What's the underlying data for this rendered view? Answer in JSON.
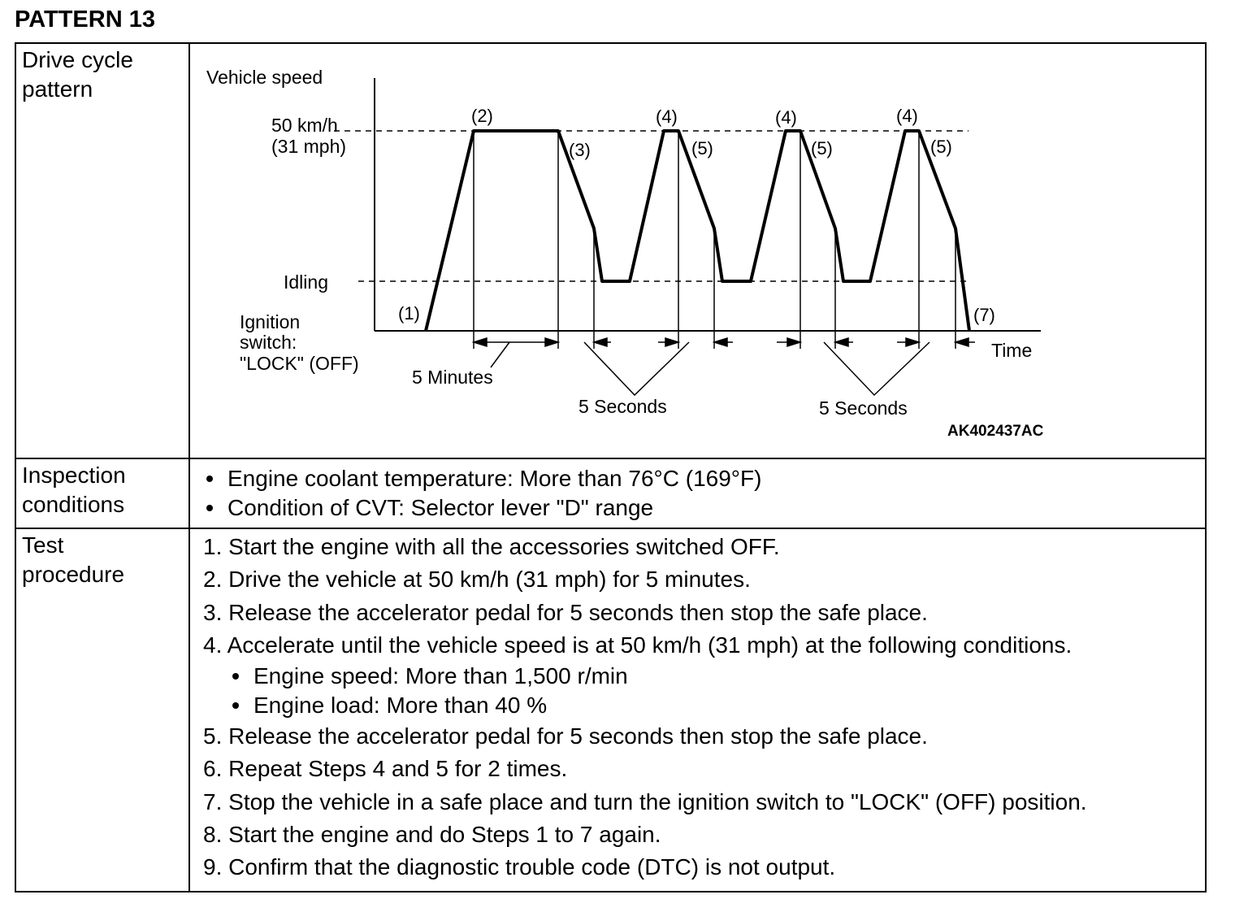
{
  "title": "PATTERN 13",
  "rows": {
    "drive_cycle": {
      "label": "Drive cycle\npattern"
    },
    "inspection": {
      "label": "Inspection\nconditions",
      "items": [
        "Engine coolant temperature: More than 76°C (169°F)",
        "Condition of CVT: Selector lever \"D\" range"
      ]
    },
    "procedure": {
      "label": "Test\nprocedure",
      "steps": [
        {
          "num": "1.",
          "text": "Start the engine with all the accessories switched OFF."
        },
        {
          "num": "2.",
          "text": "Drive the vehicle at 50 km/h (31 mph) for 5 minutes."
        },
        {
          "num": "3.",
          "text": "Release the accelerator pedal for 5 seconds then stop the safe place."
        },
        {
          "num": "4.",
          "text": "Accelerate until the vehicle speed is at 50 km/h (31 mph) at the following conditions.",
          "sub": [
            "Engine speed: More than 1,500 r/min",
            "Engine load: More than 40 %"
          ]
        },
        {
          "num": "5.",
          "text": "Release the accelerator pedal for 5 seconds then stop the safe place."
        },
        {
          "num": "6.",
          "text": "Repeat Steps 4 and 5 for 2 times."
        },
        {
          "num": "7.",
          "text": "Stop the vehicle in a safe place and turn the ignition switch to \"LOCK\" (OFF) position."
        },
        {
          "num": "8.",
          "text": "Start the engine and do Steps 1 to 7 again."
        },
        {
          "num": "9.",
          "text": "Confirm that the diagnostic trouble code (DTC) is not output."
        }
      ]
    }
  },
  "diagram": {
    "y_axis_label": "Vehicle speed",
    "x_axis_label": "Time",
    "speed_label_line1": "50 km/h",
    "speed_label_line2": "(31 mph)",
    "idling_label": "Idling",
    "ignition_label_line1": "Ignition",
    "ignition_label_line2": "switch:",
    "ignition_label_line3": "\"LOCK\" (OFF)",
    "duration_minutes": "5 Minutes",
    "duration_seconds_a": "5 Seconds",
    "duration_seconds_b": "5 Seconds",
    "step_markers": [
      "(1)",
      "(2)",
      "(3)",
      "(4)",
      "(5)",
      "(4)",
      "(5)",
      "(4)",
      "(5)",
      "(7)"
    ],
    "figure_code": "AK402437AC"
  }
}
